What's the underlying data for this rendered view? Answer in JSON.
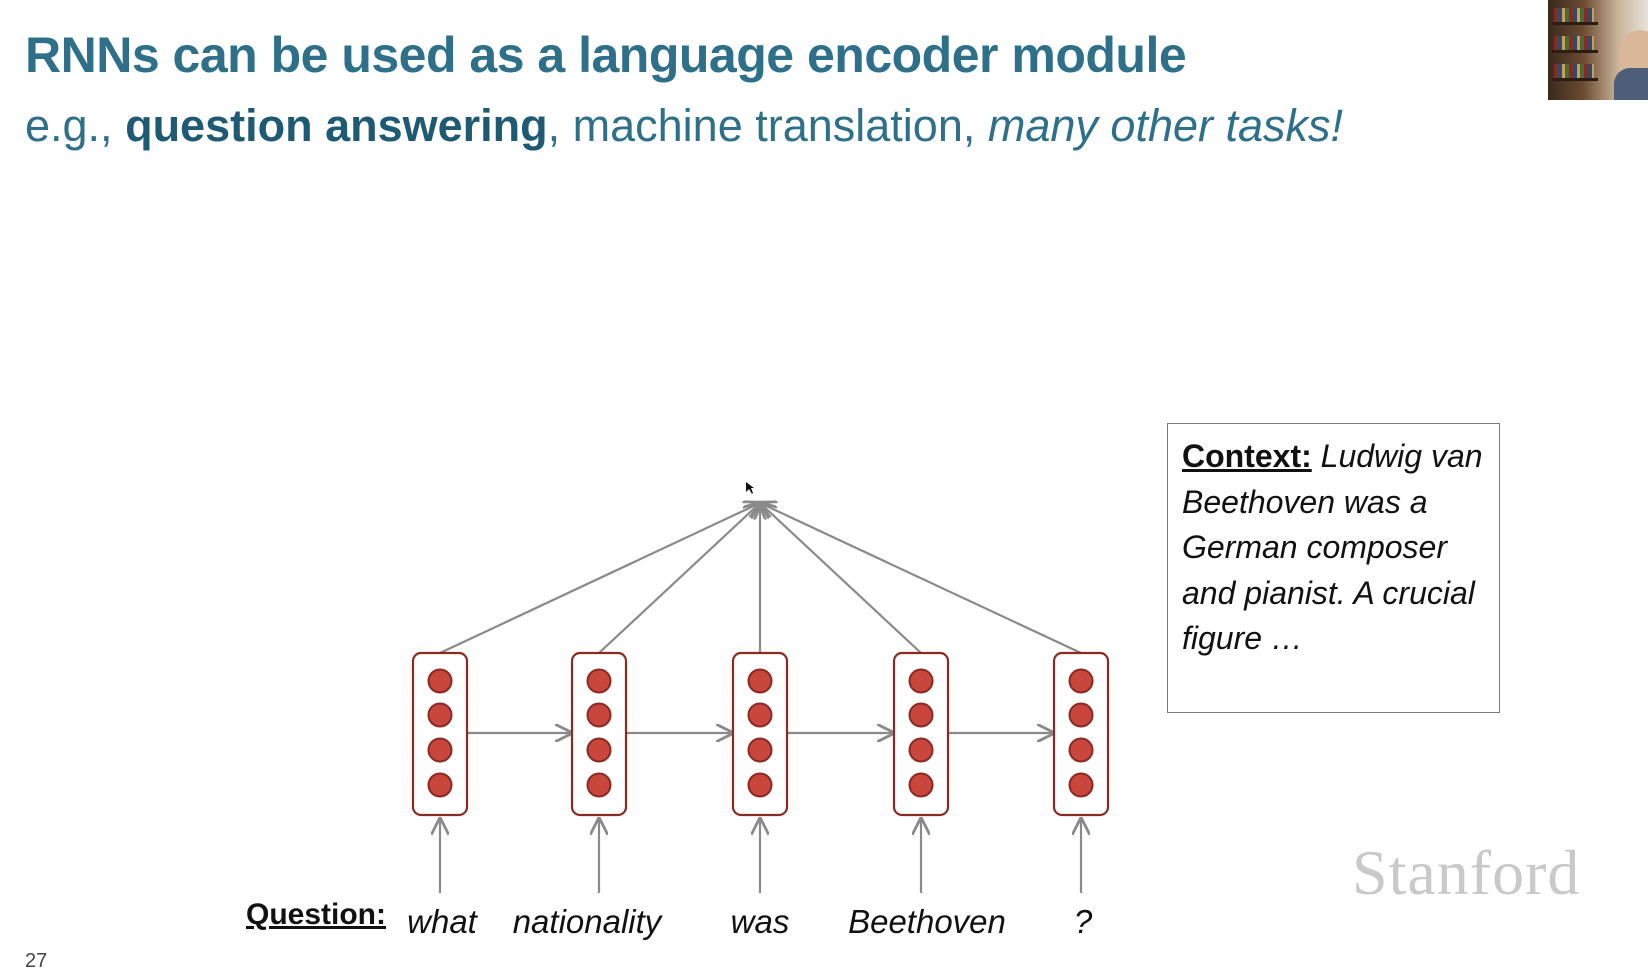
{
  "slide": {
    "title": "RNNs can be used as a language encoder module",
    "subtitle": {
      "prefix": "e.g., ",
      "bold": "question answering",
      "middle": ", machine translation, ",
      "italic": "many other tasks!"
    },
    "context": {
      "label": "Context:",
      "text": " Ludwig van Beethoven was a German composer and pianist. A crucial figure …"
    },
    "question": {
      "label": "Question:",
      "words": [
        "what",
        "nationality",
        "was",
        "Beethoven",
        "?"
      ]
    },
    "logo": "Stanford",
    "page_number": "27"
  },
  "colors": {
    "title": "#2e6f8a",
    "neuron_fill": "#c9463d",
    "neuron_border": "#8b2a22",
    "arrow": "#8a8a8a"
  }
}
